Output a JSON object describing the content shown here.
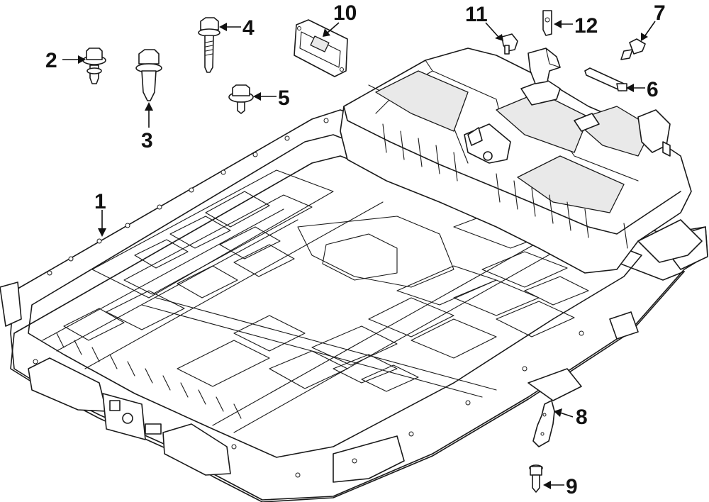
{
  "parts": [
    {
      "id": "part-1",
      "label": "1"
    },
    {
      "id": "part-2",
      "label": "2"
    },
    {
      "id": "part-3",
      "label": "3"
    },
    {
      "id": "part-4",
      "label": "4"
    },
    {
      "id": "part-5",
      "label": "5"
    },
    {
      "id": "part-6",
      "label": "6"
    },
    {
      "id": "part-7",
      "label": "7"
    },
    {
      "id": "part-8",
      "label": "8"
    },
    {
      "id": "part-9",
      "label": "9"
    },
    {
      "id": "part-10",
      "label": "10"
    },
    {
      "id": "part-11",
      "label": "11"
    },
    {
      "id": "part-12",
      "label": "12"
    }
  ]
}
